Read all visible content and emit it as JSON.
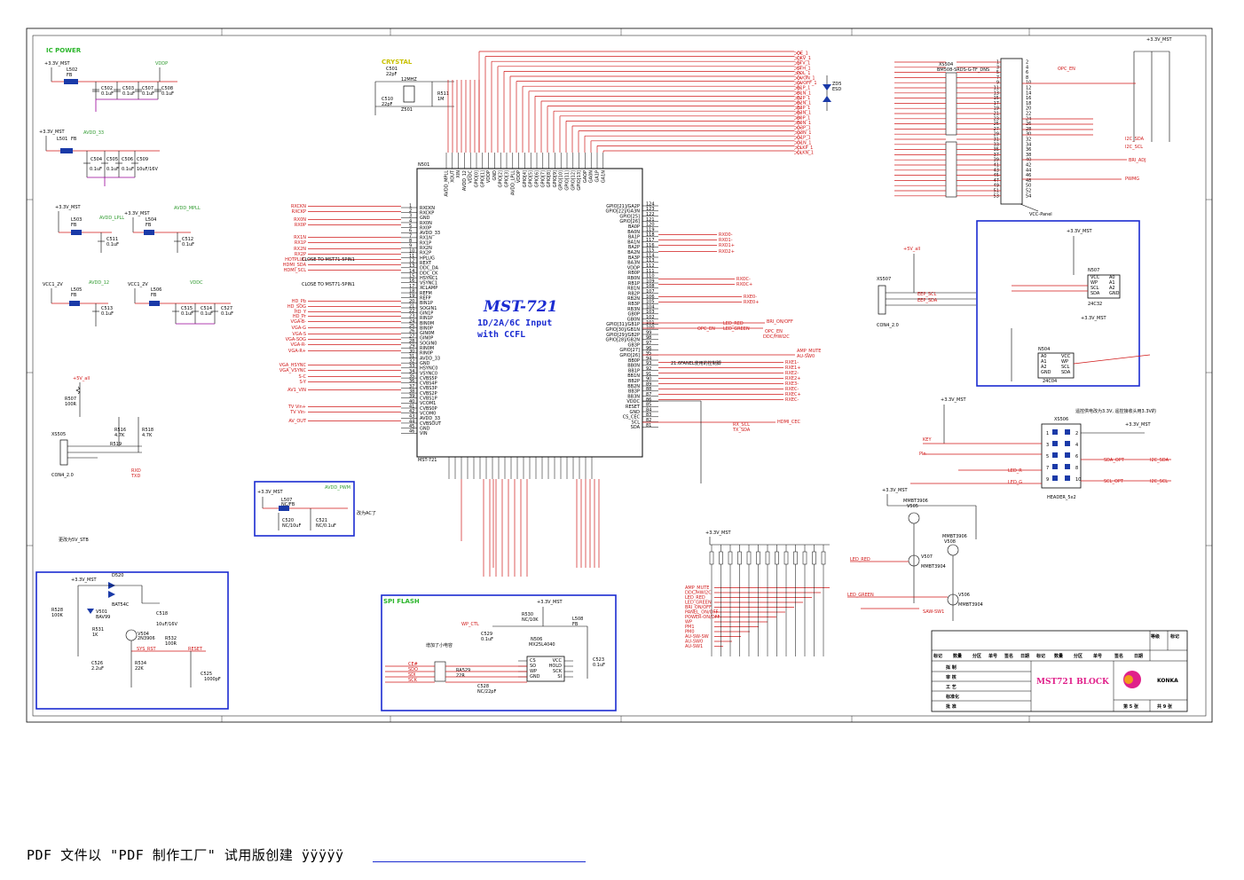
{
  "sheet": {
    "chip_name": "MST-721",
    "chip_desc_1": "1D/2A/6C Input",
    "chip_desc_2": "with CCFL",
    "chip_ref": "N501",
    "chip_ref_bottom": "MST-721"
  },
  "sections": {
    "ic_power": "IC POWER",
    "crystal": "CRYSTAL",
    "spi_flash": "SPI FLASH"
  },
  "power_nets": {
    "v33": "+3.3V_MST",
    "vddp": "VDDP",
    "avdd33": "AVDD_33",
    "avdd_lpll": "AVDD_LPLL",
    "avdd_mpll": "AVDD_MPLL",
    "vcc12": "VCC1_2V",
    "avdd12": "AVDD_12",
    "vddc": "VDDC",
    "v5all": "+5V_all",
    "avdd_pwm": "AVDD_PWM",
    "vcc_panel": "VCC-Panel"
  },
  "components": {
    "l502": "L502",
    "fb": "FB",
    "c502": "C502",
    "c503": "C503",
    "c507": "C507",
    "c508": "C508",
    "cap01": "0.1uF",
    "l501": "L501",
    "c504": "C504",
    "c505": "C505",
    "c506": "C506",
    "c509": "C509",
    "cap10": "10uF/16V",
    "l503": "L503",
    "c511": "C511",
    "l504": "L504",
    "c512": "C512",
    "l505": "L505",
    "c513": "C513",
    "l506": "L506",
    "c515": "C515",
    "c514": "C514",
    "c527": "C527",
    "c501": "C501",
    "cap22": "22pF",
    "xtal": "12MHZ",
    "r511": "R511",
    "r1m": "1M",
    "c510": "C510",
    "z501": "Z501",
    "r507": "R507",
    "r100": "100R",
    "r516": "R516",
    "r518": "R518",
    "r47k": "4.7K",
    "r519": "R519",
    "xs505": "XS505",
    "con4": "CON4_2.0",
    "l507": "L507",
    "ncfb": "NC/FB",
    "c520": "C520",
    "c521": "C521",
    "nc10": "NC/10uF",
    "nc01": "NC/0.1uF",
    "d520": "D520",
    "bat54c": "BAT54C",
    "r528": "R528",
    "r100k": "100K",
    "v501": "V501",
    "bav99": "BAV99",
    "r531": "R531",
    "r1k": "1K",
    "v504": "V504",
    "q2n3906": "2N3906",
    "c518": "C518",
    "r532": "R532",
    "sys_rst": "SYS_RST",
    "reset": "RESET",
    "c526": "C526",
    "cap22u": "2.2uF",
    "r534": "R534",
    "r22k": "22K",
    "c525": "C525",
    "cap1000": "1000pF",
    "n506": "N506",
    "mx25": "MX25L4040",
    "r530": "R530",
    "nc10k": "NC/10K",
    "l508": "L508",
    "c529": "C529",
    "c523": "C523",
    "ra529": "RA529",
    "r22": "22R",
    "c528": "C528",
    "nc22": "NC/22pF",
    "xs504": "XS504",
    "conn_title": "BM508-SRDS-G-TF_DNS",
    "xs507": "XS507",
    "n507": "N507",
    "e24c32": "24C32",
    "n504": "N504",
    "e24c04": "24C04",
    "xs506": "XS506",
    "header": "HEADER_5x2",
    "v505": "V505",
    "v506": "V506",
    "v507": "V507",
    "v508": "V508",
    "mmbt3906": "MMBT3906",
    "mmbt3904": "MMBT3904",
    "zd5": "ZD5",
    "esd": "ESD"
  },
  "left_signals": [
    "RXCKN",
    "RXCKP",
    "RX0N",
    "RX0P",
    "RX1N",
    "RX1P",
    "RX2N",
    "RX2P",
    "HOTPLUG",
    "HDMI_SDA",
    "HDMI_SCL",
    "HD_Pb",
    "HD_SOG",
    "HD_Y",
    "HD_Pr",
    "VGA-B-",
    "VGA-G",
    "VGA-S",
    "VGA-SOG",
    "VGA-R-",
    "VGA-R+",
    "VGA_HSYNC",
    "VGA_VSYNC",
    "S-C",
    "S-Y",
    "AV1_VIN",
    "TV Vin+",
    "TV Vin-",
    "AV_OUT"
  ],
  "left_pins": [
    "RXCKN",
    "RXCKP",
    "GND",
    "RX0N",
    "RX0P",
    "AVDD_33",
    "RX1N",
    "RX1P",
    "RX2N",
    "RX2P",
    "HPLUG",
    "REXT",
    "DDC_DA",
    "DDC_CK",
    "HSYNC1",
    "VSYNC1",
    "XCLAMP",
    "REFM",
    "REFP",
    "BIN1P",
    "SOGIN1",
    "GIN1P",
    "RIN1P",
    "BIN0M",
    "BIN0P",
    "GIN0M",
    "GIN0P",
    "SOGIN0",
    "RIN0M",
    "RIN0P",
    "AVDD_33",
    "GND",
    "HSYNC0",
    "VSYNC0",
    "CVBS5P",
    "CVBS4P",
    "CVBS3P",
    "CVBS2P",
    "CVBS1P",
    "VCOM1",
    "CVBS0P",
    "VCOM0",
    "AVDD_33",
    "CVBSOUT",
    "GND",
    "VIN"
  ],
  "right_pins": [
    "GPIO[21]/GA2P",
    "GPIO[22]/GA3N",
    "GPIO[25]",
    "GPIO[26]",
    "BA0P",
    "BA0N",
    "BA1P",
    "BA1N",
    "BA2P",
    "BA2N",
    "BA3P",
    "BA3N",
    "VDDP",
    "RB0P",
    "RB0N",
    "RB1P",
    "RB1N",
    "RB2P",
    "RB2N",
    "RB3P",
    "RB3N",
    "GB0P",
    "GB0N",
    "GPIO[31]/GB1P",
    "GPIO[30]/GB1N",
    "GPIO[29]/GB2P",
    "GPIO[28]/GB2N",
    "GB3P",
    "GPIO[27]",
    "GPIO[26]",
    "BB0P",
    "BB0N",
    "BB1P",
    "BB1N",
    "BB2P",
    "BB2N",
    "BB3P",
    "BB3N",
    "VDDC",
    "RESET",
    "GND",
    "CS_CEC",
    "SCL",
    "SDA"
  ],
  "top_pins": [
    "AVDD_MPLL",
    "XOUT",
    "XIN",
    "AVDD_12",
    "VDDC",
    "GPIO[0]",
    "GPIO[1]",
    "VDDP",
    "GND",
    "GPIO[2]",
    "GPIO[3]",
    "AVDD_LPLL",
    "VDDP",
    "GPIO[4]",
    "GPIO[5]",
    "GPIO[6]",
    "GPIO[7]",
    "GPIO[8]",
    "GPIO[9]",
    "GPIO[10]",
    "GPIO[11]",
    "GPIO[12]",
    "GPIO[13]",
    "GAOP",
    "GA0N",
    "GA1P",
    "GA1N"
  ],
  "right_signals": [
    "OE_1",
    "CKV_1",
    "STV_1",
    "STH_1",
    "POL_1",
    "GVON_1",
    "GVOFF_1",
    "B1P_1",
    "B1N_1",
    "B2P_1",
    "B2N_1",
    "B3P_1",
    "B3N_1",
    "B0P_1",
    "B0N_1",
    "G3P_1",
    "G3N_1",
    "G1P_1",
    "G1N_1",
    "CLKP_1",
    "CLKN_1"
  ],
  "mid_signals": [
    "RXO0-",
    "RXO1-",
    "RXO1+",
    "RXO2+",
    "RXOC-",
    "RXOC+",
    "RXE0-",
    "RXE0+",
    "RXE1-",
    "RXE1+",
    "RXE2-",
    "RXE2+",
    "RXE3-",
    "RXEC-",
    "RXEC+",
    "RXEC-"
  ],
  "status_signals": {
    "bri_onoff": "BRI_ON/OFF",
    "opc_en": "OPC_EN",
    "led_red": "LED_RED",
    "led_green": "LED_GREEN",
    "ddc_hwi2c": "DDC/HWI2C",
    "amp_mute": "AMP_MUTE",
    "au_sw0": "AU-SW0",
    "hdmi_cec": "HDMI_CEC",
    "rx_scl": "RX_SCL",
    "tx_sda": "TX_SDA",
    "bri_adj": "BRI_ADJ",
    "pwmg": "PWMG",
    "i2c_scl": "I2C_SCL",
    "i2c_sda": "I2C_SDA",
    "sda_opt": "SDA_OPT",
    "scl_opt": "SCL_OPT",
    "key": "KEY",
    "pin": "PIn",
    "led_r": "LED_R",
    "led_g": "LED_G",
    "saw_sw1": "SAW-SW1",
    "eep_scl": "EEP_SCL",
    "eep_sda": "EEP_SDA",
    "rxd": "RXD",
    "txd": "TXD",
    "wp_ctl": "WP_CTL"
  },
  "bottom_list": [
    "AMP_MUTE",
    "DDC/HWI2C",
    "LED_RED",
    "LED_GREEN",
    "BRI_ON/OFF",
    "PANEL_ON/OFF",
    "POWER-ON/OFF",
    "WP",
    "PM1",
    "PM0",
    "AU-SW-SW",
    "AU-SW0",
    "AU-SW1"
  ],
  "spi_pins_left": [
    "CS",
    "SO",
    "WP",
    "GND"
  ],
  "spi_pins_right": [
    "VCC",
    "HOLD",
    "SCK",
    "SI"
  ],
  "spi_signals": [
    "CE#",
    "SDO",
    "SDI",
    "SCK"
  ],
  "eeprom_pins_left": [
    "VCC",
    "WP",
    "SCL",
    "SDA"
  ],
  "eeprom_pins_right": [
    "A0",
    "A1",
    "A2",
    "GND"
  ],
  "notes": {
    "close1": "CLOSE TO MST71-5PIN1",
    "close2": "CLOSE TO MST71-5PIN1",
    "note_cn1": "更改为5V_STB",
    "note_cn2": "增加了小电容",
    "note_cn3": "改为AC了",
    "note_cn4": "遥控供电改为3.3V, 遥控接收头用3.3V的",
    "note_cn5": "21.6FANEL使用的控制脚"
  },
  "title_block": {
    "headers": [
      "标记",
      "数量",
      "分区",
      "单号",
      "签名",
      "日期",
      "标记",
      "数量",
      "分区",
      "单号",
      "签名",
      "日期"
    ],
    "rows": [
      "拟  制",
      "审  核",
      "工  艺",
      "标准化",
      "批  准"
    ],
    "grade": "等级",
    "mark": "标记",
    "block_name": "MST721 BLOCK",
    "company": "KONKA",
    "sheet_no": "第 5 张",
    "sheet_total": "共 9 张"
  },
  "footer": {
    "text": "PDF 文件以 \"PDF 制作工厂\" 试用版创建  ÿÿÿÿÿ"
  }
}
